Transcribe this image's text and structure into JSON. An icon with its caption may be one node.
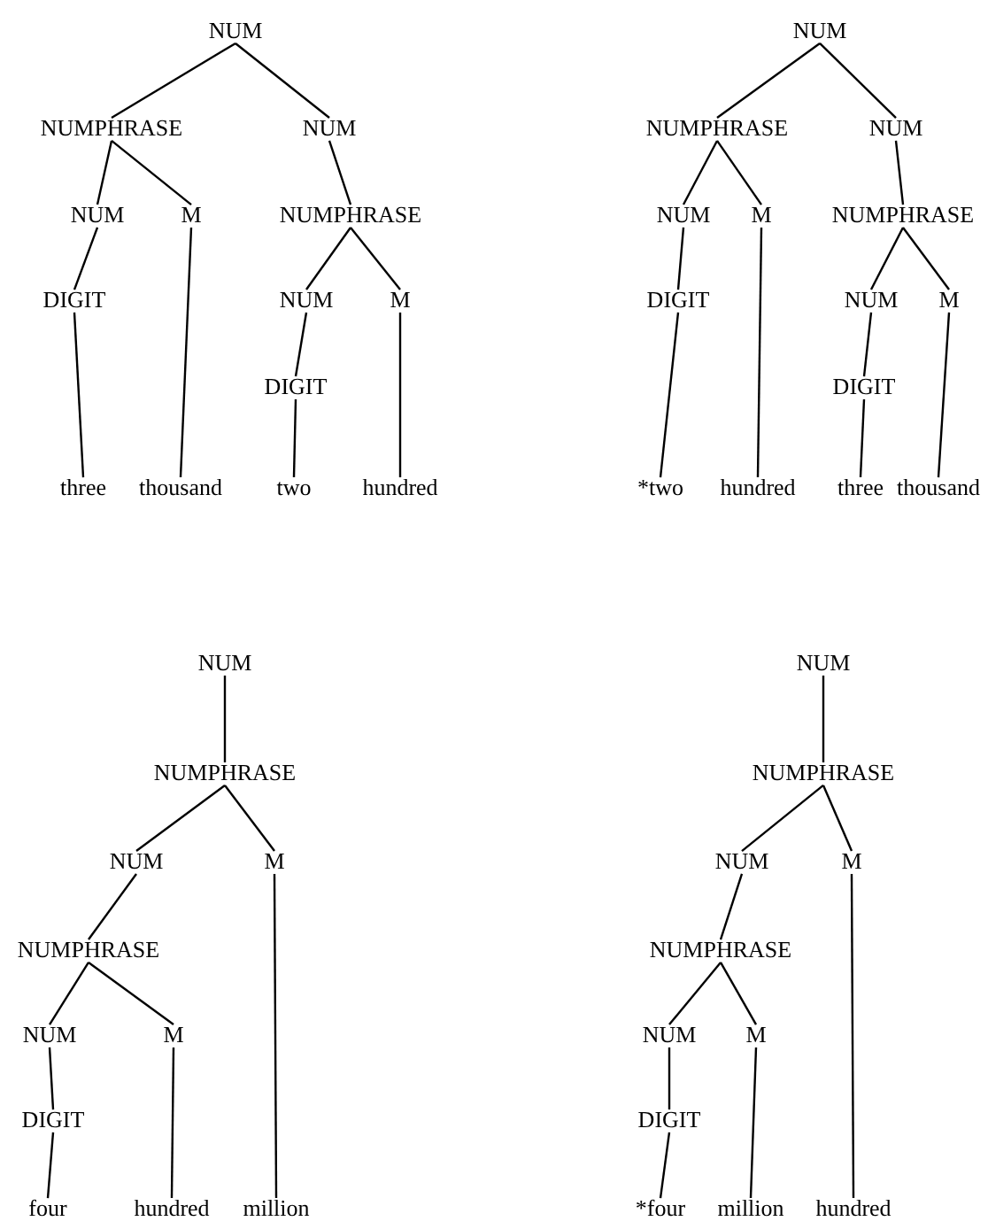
{
  "diagram": {
    "nodes": [
      {
        "text": [
          "NUM"
        ]
      },
      {
        "text": [
          "NUMPHRASE"
        ]
      },
      {
        "text": [
          "NUM"
        ]
      },
      {
        "text": [
          "NUM"
        ]
      },
      {
        "text": [
          "M"
        ]
      },
      {
        "text": [
          "NUMPHRASE"
        ]
      },
      {
        "text": [
          "DIGIT"
        ]
      },
      {
        "text": [
          "NUM"
        ]
      },
      {
        "text": [
          "M"
        ]
      },
      {
        "text": [
          "DIGIT"
        ]
      },
      {
        "text": [
          "three"
        ]
      },
      {
        "text": [
          "thousand"
        ]
      },
      {
        "text": [
          "two"
        ]
      },
      {
        "text": [
          "hundred"
        ]
      },
      {
        "text": [
          "NUM"
        ]
      },
      {
        "text": [
          "NUMPHRASE"
        ]
      },
      {
        "text": [
          "NUM"
        ]
      },
      {
        "text": [
          "NUM"
        ]
      },
      {
        "text": [
          "M"
        ]
      },
      {
        "text": [
          "NUMPHRASE"
        ]
      },
      {
        "text": [
          "DIGIT"
        ]
      },
      {
        "text": [
          "NUM"
        ]
      },
      {
        "text": [
          "M"
        ]
      },
      {
        "text": [
          "DIGIT"
        ]
      },
      {
        "text": [
          "*two"
        ]
      },
      {
        "text": [
          "hundred"
        ]
      },
      {
        "text": [
          "three"
        ]
      },
      {
        "text": [
          "thousand"
        ]
      },
      {
        "text": [
          "NUM"
        ]
      },
      {
        "text": [
          "NUMPHRASE"
        ]
      },
      {
        "text": [
          "NUM"
        ]
      },
      {
        "text": [
          "M"
        ]
      },
      {
        "text": [
          "NUMPHRASE"
        ]
      },
      {
        "text": [
          "NUM"
        ]
      },
      {
        "text": [
          "M"
        ]
      },
      {
        "text": [
          "DIGIT"
        ]
      },
      {
        "text": [
          "four"
        ]
      },
      {
        "text": [
          "hundred"
        ]
      },
      {
        "text": [
          "million"
        ]
      },
      {
        "text": [
          "NUM"
        ]
      },
      {
        "text": [
          "NUMPHRASE"
        ]
      },
      {
        "text": [
          "NUM"
        ]
      },
      {
        "text": [
          "M"
        ]
      },
      {
        "text": [
          "NUMPHRASE"
        ]
      },
      {
        "text": [
          "NUM"
        ]
      },
      {
        "text": [
          "M"
        ]
      },
      {
        "text": [
          "DIGIT"
        ]
      },
      {
        "text": [
          "*four"
        ]
      },
      {
        "text": [
          "million"
        ]
      },
      {
        "text": [
          "hundred"
        ]
      }
    ],
    "edges": [
      {
        "from": 0,
        "to": 1,
        "arrow": "none"
      },
      {
        "from": 0,
        "to": 2,
        "arrow": "none"
      },
      {
        "from": 1,
        "to": 3,
        "arrow": "none"
      },
      {
        "from": 1,
        "to": 4,
        "arrow": "none"
      },
      {
        "from": 2,
        "to": 5,
        "arrow": "none"
      },
      {
        "from": 3,
        "to": 6,
        "arrow": "none"
      },
      {
        "from": 4,
        "to": 11,
        "arrow": "none"
      },
      {
        "from": 5,
        "to": 7,
        "arrow": "none"
      },
      {
        "from": 5,
        "to": 8,
        "arrow": "none"
      },
      {
        "from": 6,
        "to": 10,
        "arrow": "none"
      },
      {
        "from": 7,
        "to": 9,
        "arrow": "none"
      },
      {
        "from": 9,
        "to": 12,
        "arrow": "none"
      },
      {
        "from": 8,
        "to": 13,
        "arrow": "none"
      },
      {
        "from": 14,
        "to": 15,
        "arrow": "none"
      },
      {
        "from": 14,
        "to": 16,
        "arrow": "none"
      },
      {
        "from": 15,
        "to": 17,
        "arrow": "none"
      },
      {
        "from": 15,
        "to": 18,
        "arrow": "none"
      },
      {
        "from": 16,
        "to": 19,
        "arrow": "none"
      },
      {
        "from": 17,
        "to": 20,
        "arrow": "none"
      },
      {
        "from": 18,
        "to": 25,
        "arrow": "none"
      },
      {
        "from": 19,
        "to": 21,
        "arrow": "none"
      },
      {
        "from": 19,
        "to": 22,
        "arrow": "none"
      },
      {
        "from": 20,
        "to": 24,
        "arrow": "none"
      },
      {
        "from": 21,
        "to": 23,
        "arrow": "none"
      },
      {
        "from": 23,
        "to": 26,
        "arrow": "none"
      },
      {
        "from": 22,
        "to": 27,
        "arrow": "none"
      },
      {
        "from": 28,
        "to": 29,
        "arrow": "none"
      },
      {
        "from": 29,
        "to": 30,
        "arrow": "none"
      },
      {
        "from": 29,
        "to": 31,
        "arrow": "none"
      },
      {
        "from": 30,
        "to": 32,
        "arrow": "none"
      },
      {
        "from": 32,
        "to": 33,
        "arrow": "none"
      },
      {
        "from": 32,
        "to": 34,
        "arrow": "none"
      },
      {
        "from": 33,
        "to": 35,
        "arrow": "none"
      },
      {
        "from": 35,
        "to": 36,
        "arrow": "none"
      },
      {
        "from": 34,
        "to": 37,
        "arrow": "none"
      },
      {
        "from": 31,
        "to": 38,
        "arrow": "none"
      },
      {
        "from": 39,
        "to": 40,
        "arrow": "none"
      },
      {
        "from": 40,
        "to": 41,
        "arrow": "none"
      },
      {
        "from": 40,
        "to": 42,
        "arrow": "none"
      },
      {
        "from": 41,
        "to": 43,
        "arrow": "none"
      },
      {
        "from": 43,
        "to": 44,
        "arrow": "none"
      },
      {
        "from": 43,
        "to": 45,
        "arrow": "none"
      },
      {
        "from": 44,
        "to": 46,
        "arrow": "none"
      },
      {
        "from": 46,
        "to": 47,
        "arrow": "none"
      },
      {
        "from": 45,
        "to": 48,
        "arrow": "none"
      },
      {
        "from": 42,
        "to": 49,
        "arrow": "none"
      }
    ]
  }
}
